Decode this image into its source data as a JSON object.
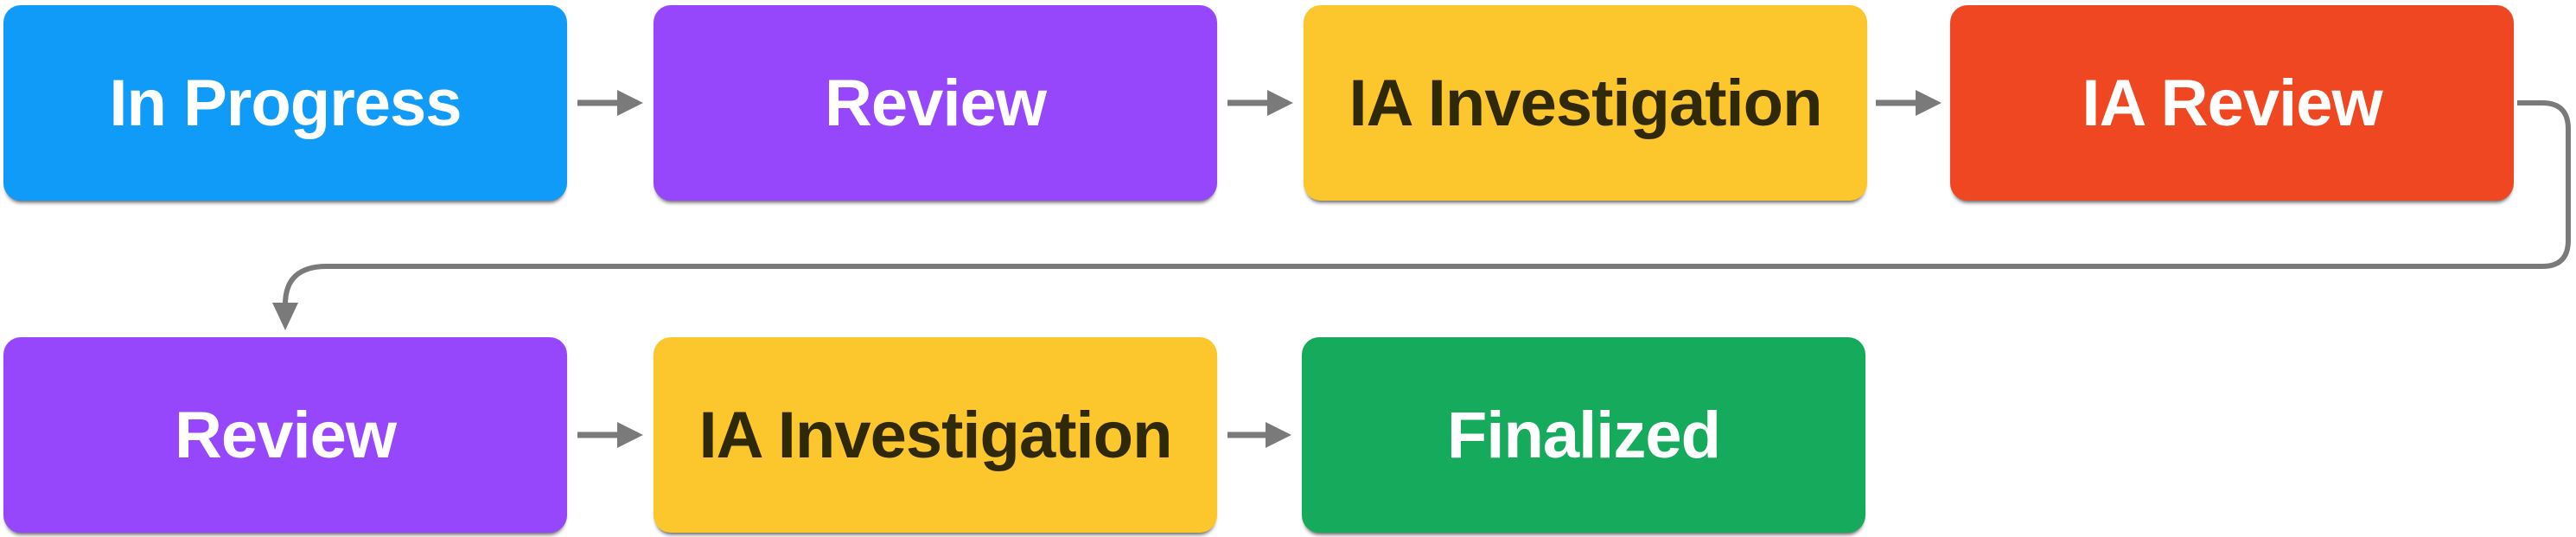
{
  "flow": {
    "background": "#FFFFFF",
    "connector_color": "#7A7A7A",
    "shadow_color": "#000000",
    "nodes": [
      {
        "id": "in-progress",
        "label": "In Progress",
        "bg": "#119BF8",
        "fg": "#FFFFFF",
        "row": 1,
        "col": 1
      },
      {
        "id": "review-1",
        "label": "Review",
        "bg": "#9647FB",
        "fg": "#FFFFFF",
        "row": 1,
        "col": 2
      },
      {
        "id": "ia-investigation-1",
        "label": "IA Investigation",
        "bg": "#FCC72D",
        "fg": "#2F2909",
        "row": 1,
        "col": 3
      },
      {
        "id": "ia-review",
        "label": "IA Review",
        "bg": "#EE4722",
        "fg": "#FFFFFF",
        "row": 1,
        "col": 4
      },
      {
        "id": "review-2",
        "label": "Review",
        "bg": "#9647FB",
        "fg": "#FFFFFF",
        "row": 2,
        "col": 1
      },
      {
        "id": "ia-investigation-2",
        "label": "IA Investigation",
        "bg": "#FCC72D",
        "fg": "#2F2909",
        "row": 2,
        "col": 2
      },
      {
        "id": "finalized",
        "label": "Finalized",
        "bg": "#16AB5C",
        "fg": "#FFFFFF",
        "row": 2,
        "col": 3
      }
    ],
    "edges": [
      {
        "from": "in-progress",
        "to": "review-1"
      },
      {
        "from": "review-1",
        "to": "ia-investigation-1"
      },
      {
        "from": "ia-investigation-1",
        "to": "ia-review"
      },
      {
        "from": "ia-review",
        "to": "review-2"
      },
      {
        "from": "review-2",
        "to": "ia-investigation-2"
      },
      {
        "from": "ia-investigation-2",
        "to": "finalized"
      }
    ]
  }
}
